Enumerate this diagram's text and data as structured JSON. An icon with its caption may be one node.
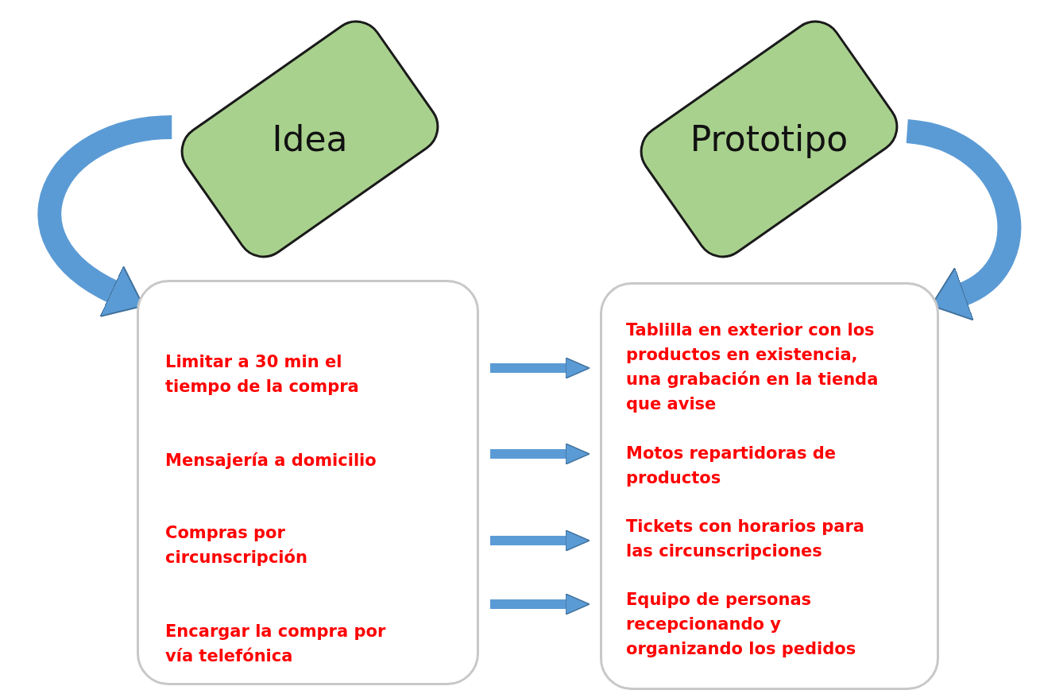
{
  "diagram": {
    "nodes": [
      {
        "text": [
          "Idea"
        ]
      },
      {
        "text": [
          "Prototipo"
        ]
      },
      {
        "text": [],
        "shape": "box"
      },
      {
        "text": [
          "Limitar a 30 min el tiempo de la compra"
        ],
        "in": 2
      },
      {
        "text": [
          "Mensajería a  domicilio"
        ],
        "in": 2
      },
      {
        "text": [
          "Compras por circunscripción"
        ],
        "in": 2
      },
      {
        "text": [
          "Encargar la compra por vía telefónica"
        ],
        "in": 2
      },
      {
        "text": [],
        "shape": "box"
      },
      {
        "text": [
          "Tablilla en exterior con los productos en existencia, una grabación en la tienda que avise"
        ],
        "in": 7
      },
      {
        "text": [
          "Motos repartidoras de productos"
        ],
        "in": 7
      },
      {
        "text": [
          "Tickets con horarios para las circunscripciones"
        ],
        "in": 7
      },
      {
        "text": [
          "Equipo de personas recepcionando y organizando los pedidos"
        ],
        "in": 7
      }
    ],
    "edges": [
      {
        "from": 0,
        "to": 2,
        "arrow": "to",
        "style": "thick"
      },
      {
        "from": 1,
        "to": 7,
        "arrow": "to",
        "style": "thick"
      },
      {
        "from": 2,
        "to": 7,
        "arrow": "to"
      },
      {
        "from": 2,
        "to": 7,
        "arrow": "to"
      },
      {
        "from": 2,
        "to": 7,
        "arrow": "to"
      },
      {
        "from": 2,
        "to": 7,
        "arrow": "to"
      }
    ]
  }
}
